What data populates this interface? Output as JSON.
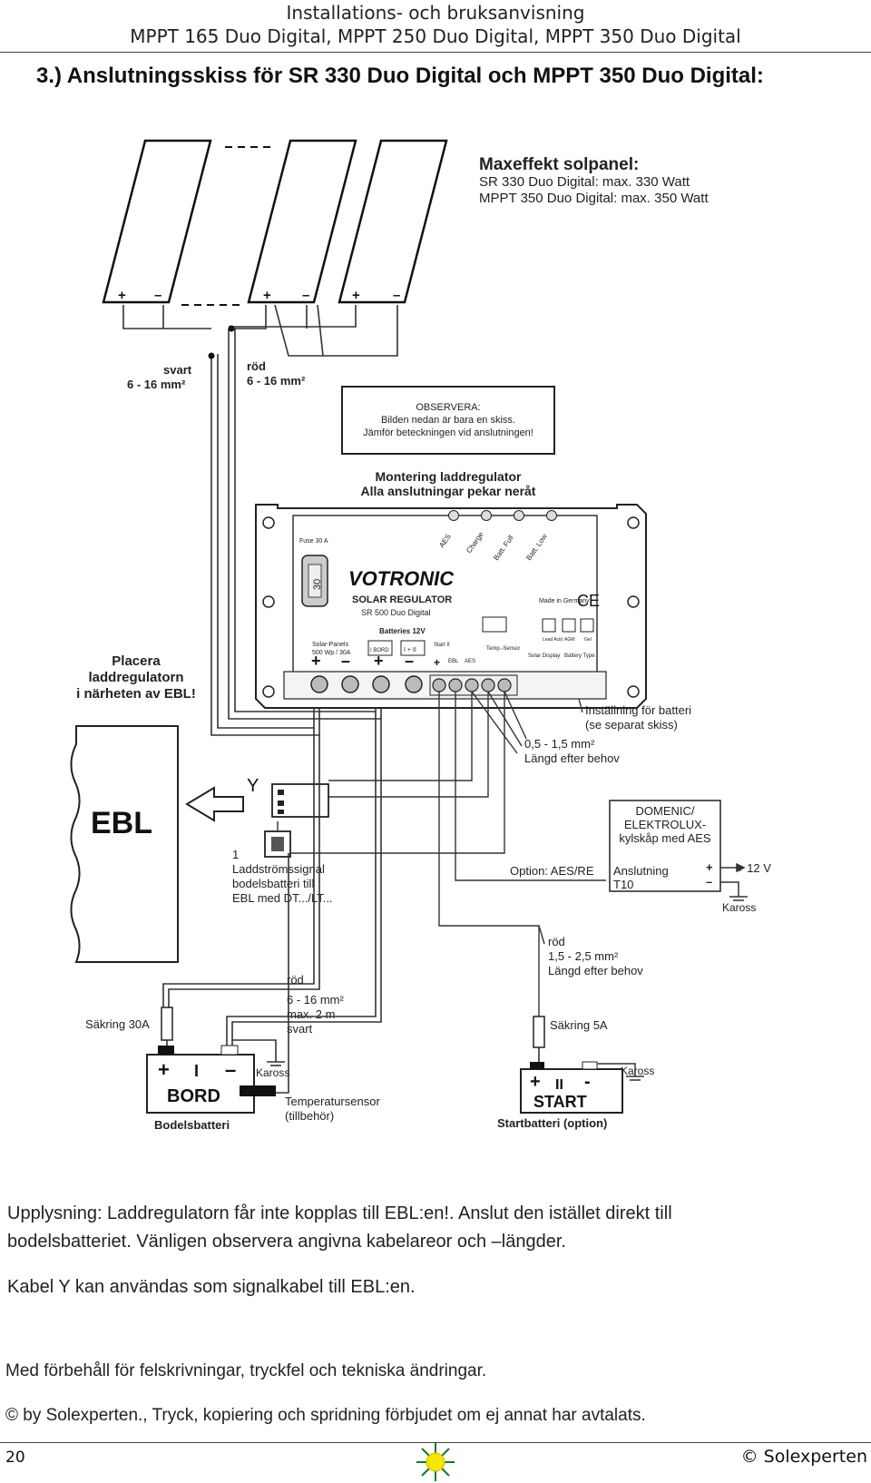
{
  "header": {
    "line1": "Installations- och bruksanvisning",
    "line2": "MPPT 165 Duo Digital, MPPT 250 Duo Digital, MPPT 350 Duo Digital"
  },
  "title": "3.) Anslutningsskiss för SR 330 Duo Digital och MPPT 350 Duo Digital:",
  "diagram": {
    "maxeffekt": {
      "heading": "Maxeffekt solpanel:",
      "line1": "SR 330 Duo Digital: max. 330 Watt",
      "line2": "MPPT 350 Duo Digital: max. 350 Watt"
    },
    "panel_plus": "+",
    "panel_minus": "–",
    "svart_label": "svart",
    "svart_size": "6 - 16 mm²",
    "rod_label": "röd",
    "rod_size": "6 - 16 mm²",
    "observera": {
      "title": "OBSERVERA:",
      "line1": "Bilden nedan är bara en skiss.",
      "line2": "Jämför beteckningen vid anslutningen!"
    },
    "montering": {
      "line1": "Montering laddregulator",
      "line2": "Alla anslutningar pekar neråt"
    },
    "regulator": {
      "brand": "VOTRONIC",
      "name": "SOLAR REGULATOR",
      "model": "SR 500 Duo Digital",
      "fuse": "Fuse 30 A",
      "fuse_value": "30",
      "led_labels": [
        "AES",
        "Charge",
        "Batt. Full",
        "Batt. Low"
      ],
      "made_in": "Made in Germany",
      "ce": "CE",
      "solar_panels": "Solar-Panels",
      "solar_rating": "500 Wp / 30A",
      "batteries": "Batteries 12V",
      "bord_tag": "I BORD",
      "i_ii": "I + II",
      "start_tag": "Start II",
      "ebl": "EBL",
      "aes": "AES",
      "temp_sensor": "Temp.-Sensor",
      "solar_display": "Solar Display",
      "battery_type": "Battery Type",
      "lead_acid": "Lead Acid",
      "agm": "AGM",
      "gel": "Gel"
    },
    "placera": [
      "Placera",
      "laddregulatorn",
      "i närheten av EBL!"
    ],
    "installning": [
      "Inställning för batteri",
      "(se separat skiss)"
    ],
    "kabel_05": [
      "0,5 - 1,5 mm²",
      "Längd efter behov"
    ],
    "ebl_label": "EBL",
    "y_label": "Y",
    "ladd_signal": [
      "1",
      "Laddströmssignal",
      "bodelsbatteri till",
      "EBL med DT.../LT..."
    ],
    "domenic": [
      "DOMENIC/",
      "ELEKTROLUX-",
      "kylskåp med AES"
    ],
    "option_aes": "Option: AES/RE",
    "anslutning": [
      "Anslutning",
      "T10"
    ],
    "plus_12v": "+ 12 V",
    "plus_sign": "+",
    "minus_sign": "–",
    "kaross": "Kaross",
    "rod_start": [
      "röd",
      "1,5 - 2,5 mm²",
      "Längd efter behov"
    ],
    "rod_bord": [
      "röd",
      "6 - 16 mm²",
      "max. 2 m",
      "svart"
    ],
    "sakring_30a": "Säkring 30A",
    "sakring_5a": "Säkring 5A",
    "bord_batt": {
      "plus": "+",
      "num": "I",
      "minus": "–",
      "name": "BORD",
      "caption": "Bodelsbatteri"
    },
    "start_batt": {
      "plus": "+",
      "num": "II",
      "minus": "-",
      "name": "START",
      "caption": "Startbatteri (option)"
    },
    "temp_sensor": [
      "Temperatursensor",
      "(tillbehör)"
    ]
  },
  "body": {
    "p1_line1": "Upplysning: Laddregulatorn får inte kopplas till EBL:en!. Anslut den istället direkt till",
    "p1_line2": "bodelsbatteriet. Vänligen observera angivna kabelareor och –längder.",
    "p2": "Kabel Y kan användas som signalkabel till EBL:en.",
    "p3": "Med förbehåll för felskrivningar, tryckfel och tekniska ändringar.",
    "p4": "© by Solexperten., Tryck, kopiering och spridning förbjudet om ej annat har avtalats."
  },
  "footer": {
    "page_number": "20",
    "brand": "© Solexperten"
  }
}
